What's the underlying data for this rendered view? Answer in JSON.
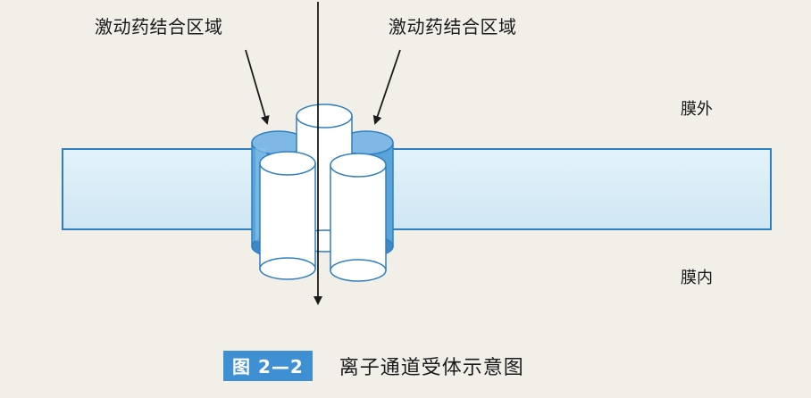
{
  "labels": {
    "agonist_site_left": "激动药结合区域",
    "agonist_site_right": "激动药结合区域",
    "outside": "膜外",
    "inside": "膜内"
  },
  "caption": {
    "figure_number": "图 2—2",
    "title": "离子通道受体示意图"
  },
  "colors": {
    "membrane_fill": "#d7ecf7",
    "membrane_stroke": "#2f7fc0",
    "subunit_blue": "#5aa4dc",
    "subunit_blue_dark": "#3d89c8",
    "subunit_white": "#ffffff",
    "badge": "#3f8fd3"
  }
}
